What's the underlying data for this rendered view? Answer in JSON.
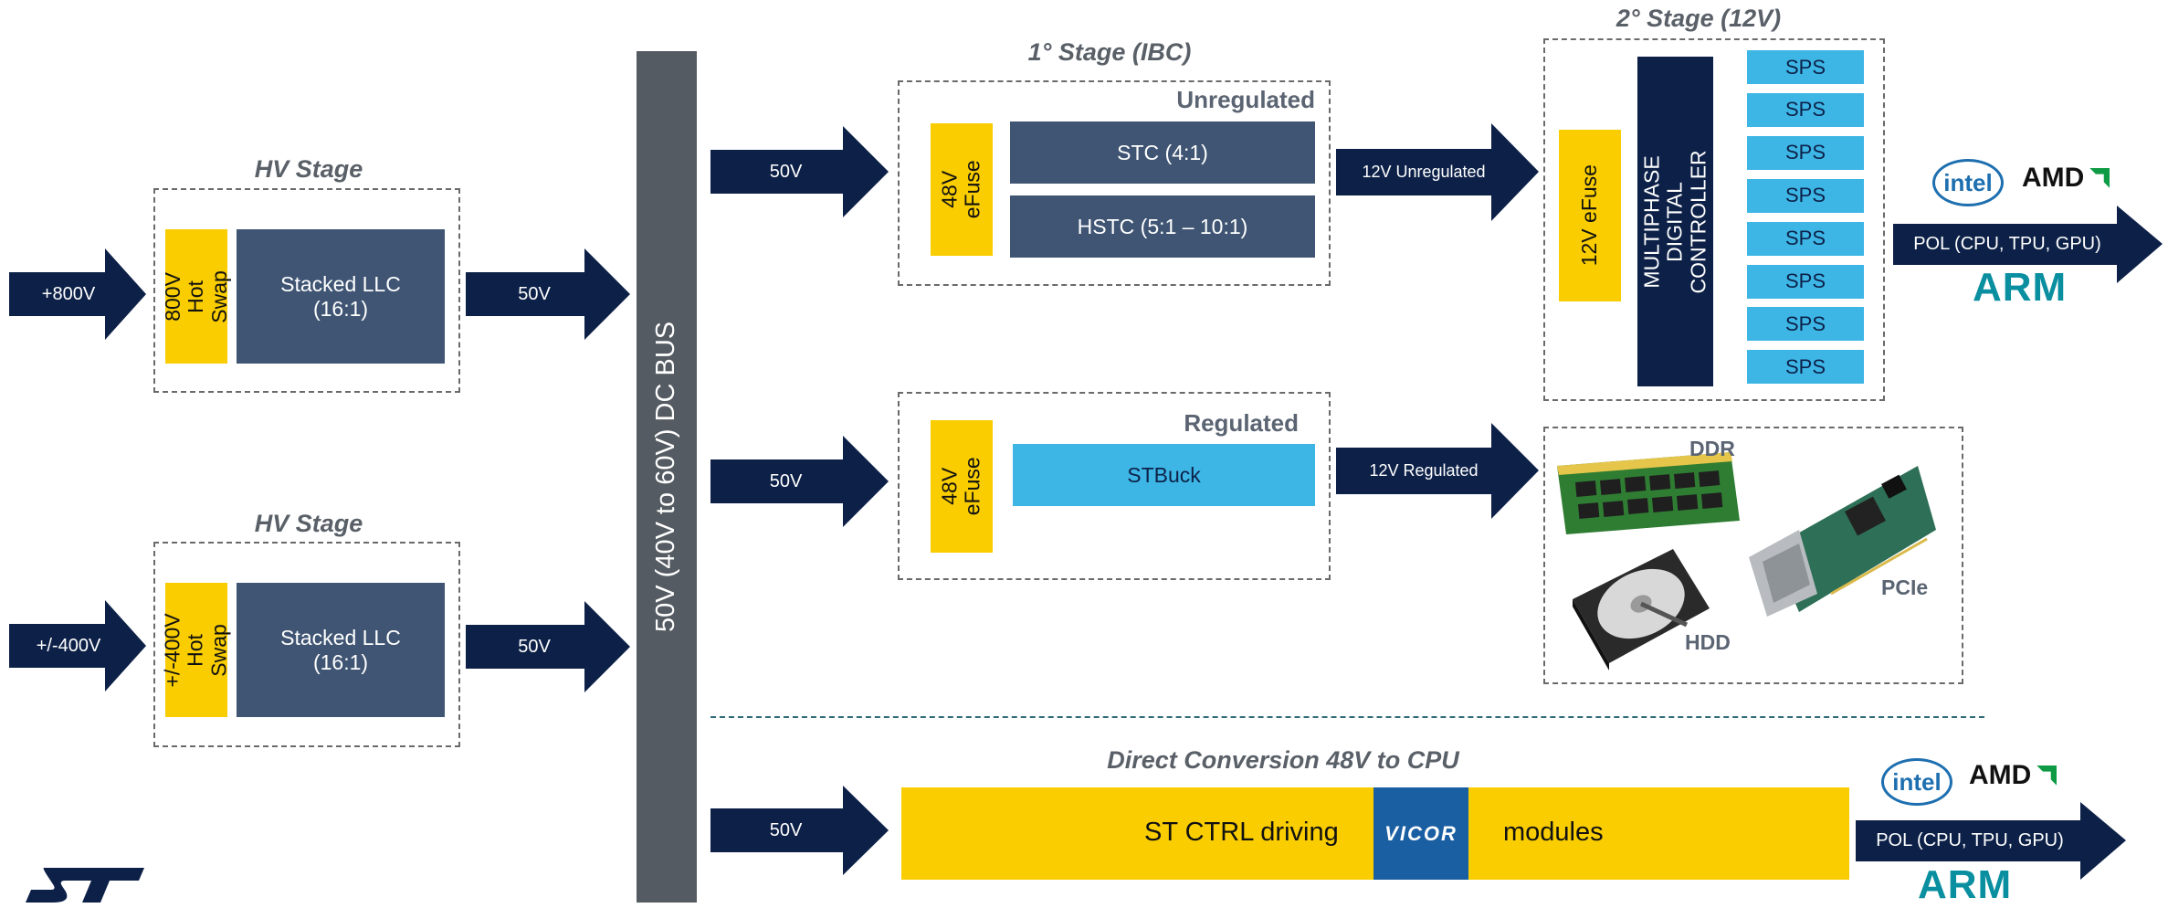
{
  "colors": {
    "navy": "#0d2148",
    "slate": "#3f5573",
    "yellow": "#f9cd00",
    "sky": "#3db6e6",
    "bus": "#555b62",
    "title_gray": "#5a6068"
  },
  "hv_stage_top": {
    "title": "HV Stage",
    "input": "+800V",
    "hotswap": "800V Hot Swap",
    "llc_line1": "Stacked LLC",
    "llc_line2": "(16:1)",
    "output": "50V"
  },
  "hv_stage_bottom": {
    "title": "HV Stage",
    "input": "+/-400V",
    "hotswap": "+/-400V Hot Swap",
    "llc_line1": "Stacked LLC",
    "llc_line2": "(16:1)",
    "output": "50V"
  },
  "dc_bus": {
    "label": "50V (40V to 60V) DC BUS"
  },
  "stage1": {
    "title": "1° Stage (IBC)",
    "unregulated": {
      "label": "Unregulated",
      "input": "50V",
      "efuse": "48V eFuse",
      "stc": "STC (4:1)",
      "hstc": "HSTC (5:1 – 10:1)",
      "output": "12V Unregulated"
    },
    "regulated": {
      "label": "Regulated",
      "input": "50V",
      "efuse": "48V eFuse",
      "stbuck": "STBuck",
      "output": "12V Regulated"
    }
  },
  "stage2": {
    "title": "2° Stage (12V)",
    "efuse": "12V eFuse",
    "controller": "MULTIPHASE DIGITAL CONTROLLER",
    "sps": [
      "SPS",
      "SPS",
      "SPS",
      "SPS",
      "SPS",
      "SPS",
      "SPS",
      "SPS"
    ],
    "output": "POL (CPU, TPU, GPU)"
  },
  "peripherals": {
    "ddr": "DDR",
    "pcie": "PCIe",
    "hdd": "HDD"
  },
  "direct": {
    "title": "Direct Conversion 48V to CPU",
    "input": "50V",
    "text_left": "ST CTRL driving",
    "vicor": "VICOR",
    "text_right": "modules",
    "output": "POL (CPU, TPU, GPU)"
  },
  "logos": {
    "intel": "intel",
    "amd": "AMD",
    "arm": "ARM"
  }
}
